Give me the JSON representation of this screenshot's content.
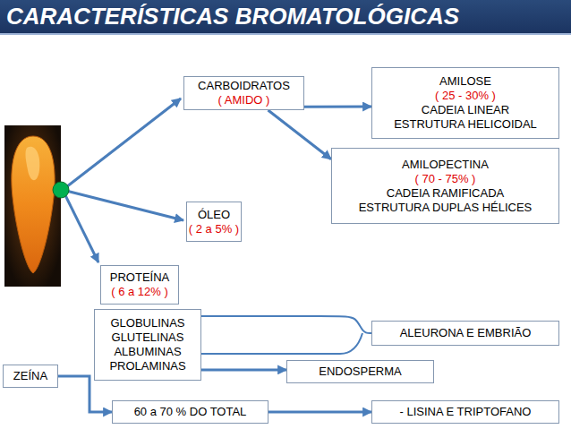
{
  "diagram": {
    "title": "CARACTERÍSTICAS BROMATOLÓGICAS",
    "nodes": [
      {
        "text": [
          "CARBOIDRATOS",
          "( AMIDO )"
        ]
      },
      {
        "text": [
          "AMILOSE",
          "( 25 - 30% )",
          "CADEIA LINEAR",
          "ESTRUTURA HELICOIDAL"
        ]
      },
      {
        "text": [
          "AMILOPECTINA",
          "( 70 - 75% )",
          "CADEIA RAMIFICADA",
          "ESTRUTURA DUPLAS HÉLICES"
        ]
      },
      {
        "text": [
          "ÓLEO",
          "( 2 a 5% )"
        ]
      },
      {
        "text": [
          "PROTEÍNA",
          "( 6 a 12% )"
        ]
      },
      {
        "text": [
          "GLOBULINAS",
          "GLUTELINAS",
          "ALBUMINAS",
          "PROLAMINAS"
        ]
      },
      {
        "text": [
          "ALEURONA E EMBRIÃO"
        ]
      },
      {
        "text": [
          "ZEÍNA"
        ]
      },
      {
        "text": [
          "ENDOSPERMA"
        ]
      },
      {
        "text": [
          "60 a 70 % DO TOTAL"
        ]
      },
      {
        "text": [
          "- LISINA E TRIPTOFANO"
        ]
      }
    ],
    "edges": [
      {
        "from": 0,
        "to": 1,
        "arrow": "to"
      },
      {
        "from": 0,
        "to": 2,
        "arrow": "to"
      },
      {
        "from": 5,
        "to": 6,
        "arrow": "none"
      },
      {
        "from": 5,
        "to": 8,
        "arrow": "to"
      },
      {
        "from": 7,
        "to": 9,
        "arrow": "to"
      },
      {
        "from": 9,
        "to": 10,
        "arrow": "to"
      }
    ]
  }
}
